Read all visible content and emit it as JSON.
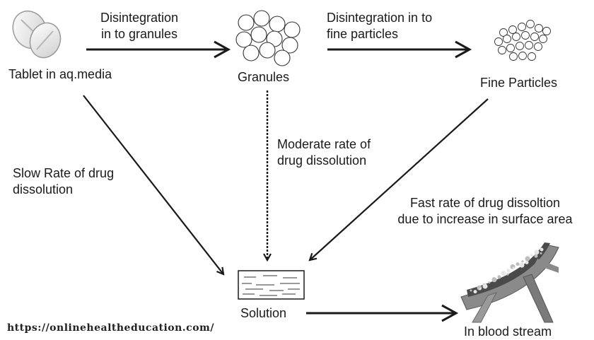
{
  "nodes": {
    "tablet": "Tablet in aq.media",
    "granules": "Granules",
    "fine_particles": "Fine Particles",
    "solution": "Solution",
    "blood_stream": "In blood stream"
  },
  "edges": {
    "tablet_to_granules": [
      "Disintegration",
      "in to granules"
    ],
    "granules_to_fine": [
      "Disintegration in to",
      "fine particles"
    ],
    "tablet_to_solution": [
      "Slow Rate of drug",
      "dissolution"
    ],
    "granules_to_solution": [
      "Moderate rate of",
      "drug dissolution"
    ],
    "fine_to_solution": [
      "Fast rate of drug dissoltion",
      "due to increase in surface area"
    ]
  },
  "source": "https://onlinehealtheducation.com/",
  "colors": {
    "ink": "#1a1a1a",
    "vessel": "#6e6e6e"
  }
}
